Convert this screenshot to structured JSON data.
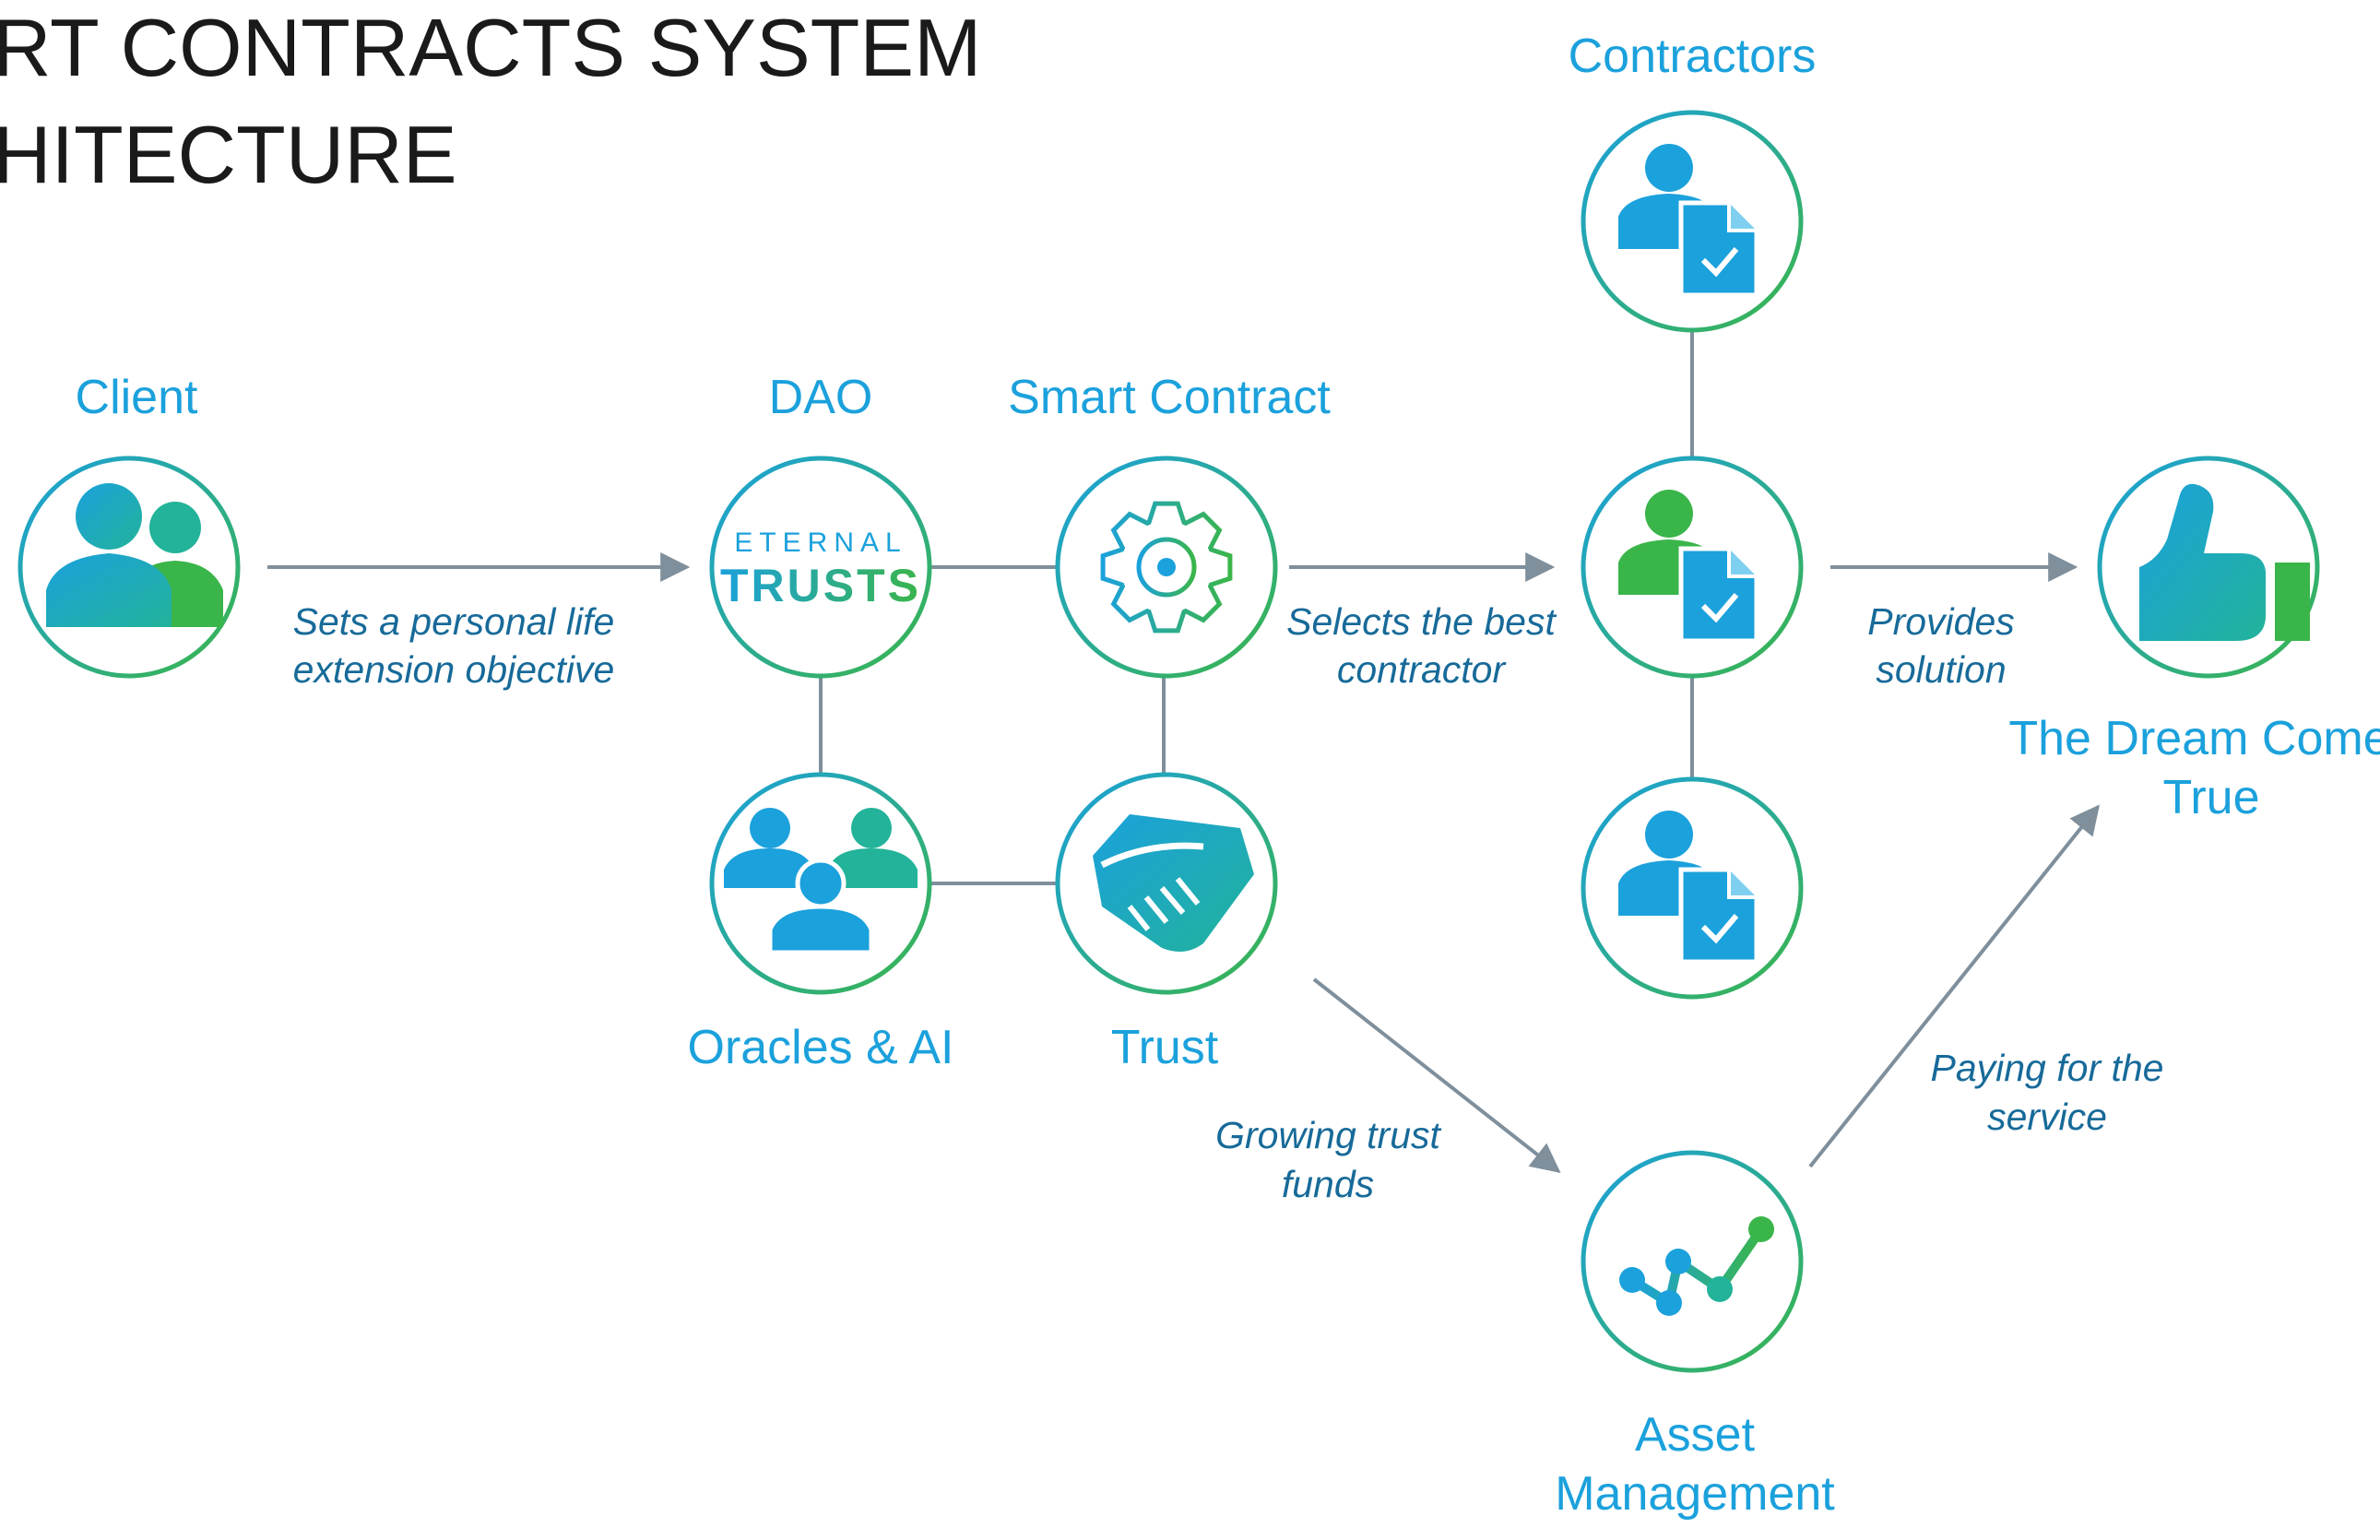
{
  "title": {
    "line1": "RT CONTRACTS SYSTEM",
    "line2": "HITECTURE"
  },
  "nodes": {
    "client": "Client",
    "dao": "DAO",
    "smart_contract": "Smart Contract",
    "contractors": "Contractors",
    "oracles": "Oracles & AI",
    "trust": "Trust",
    "dream_line1": "The Dream Comes",
    "dream_line2": "True",
    "asset_line1": "Asset",
    "asset_line2": "Management"
  },
  "logo": {
    "top": "ETERNAL",
    "bottom": "TRUSTS"
  },
  "edges": {
    "client_to_dao": {
      "line1": "Sets a personal life",
      "line2": "extension objective"
    },
    "contract_to_contractor": {
      "line1": "Selects the best",
      "line2": "contractor"
    },
    "contractor_to_dream": {
      "line1": "Provides",
      "line2": "solution"
    },
    "trust_to_asset": {
      "line1": "Growing trust",
      "line2": "funds"
    },
    "asset_to_dream": {
      "line1": "Paying for the",
      "line2": "service"
    }
  },
  "colors": {
    "blue": "#1ba1dc",
    "green": "#3ab54a",
    "text_dark": "#176a99",
    "connector": "#7f8f9c"
  },
  "icons": {
    "client": "people-icon",
    "dao": "eternal-trusts-logo",
    "smart_contract": "gear-icon",
    "contractor": "person-document-icon",
    "oracles": "group-icon",
    "trust": "handshake-icon",
    "dream": "thumbs-up-icon",
    "asset": "chart-line-icon"
  }
}
